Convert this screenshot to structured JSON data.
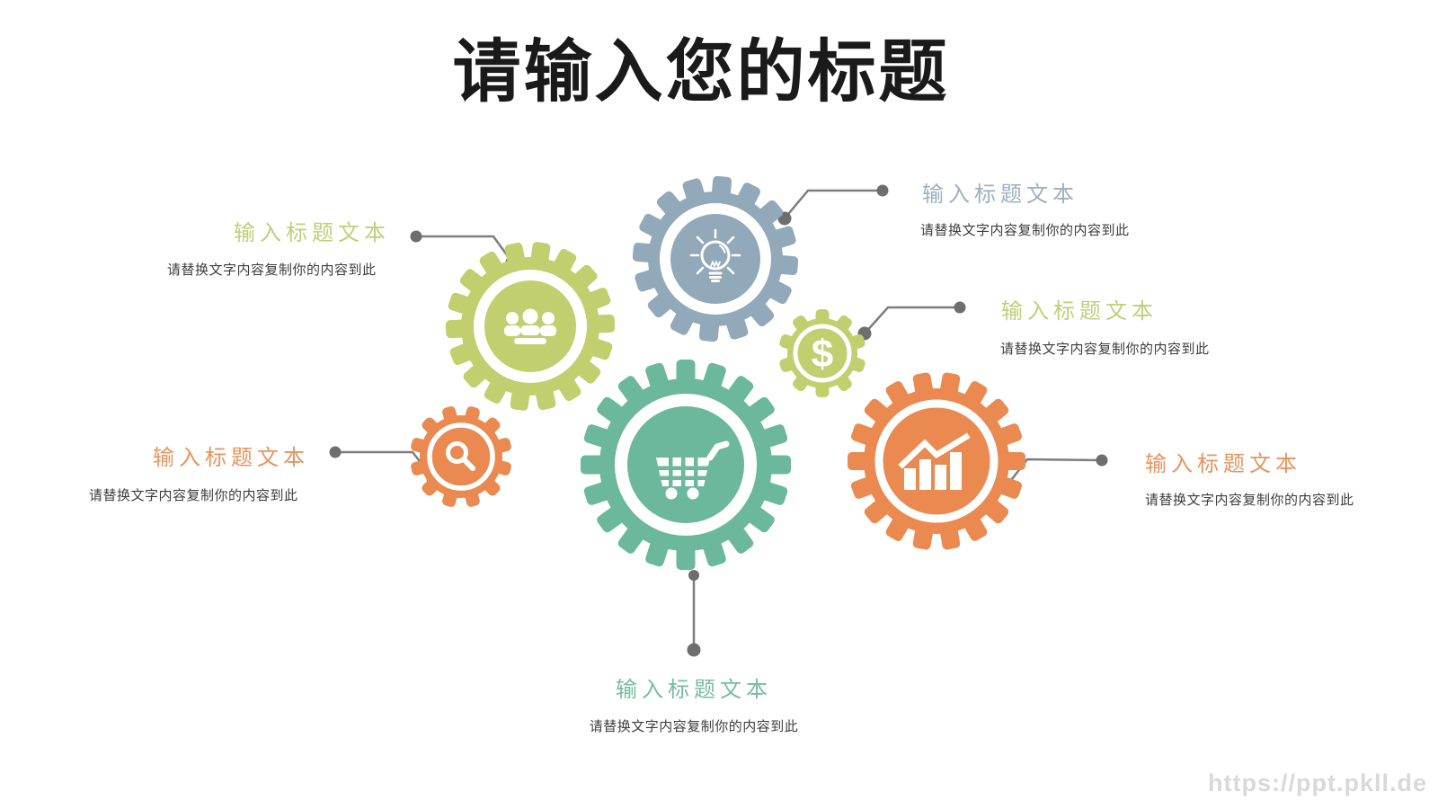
{
  "slide": {
    "title": "请输入您的标题",
    "title_color": "#1a1a1a",
    "background": "#ffffff",
    "desc_color": "#3d3d3d",
    "watermark": "https://ppt.pkll.de",
    "watermark_color": "#d9d9db"
  },
  "connector": {
    "line_color": "#7d7d7d",
    "dot_color": "#6e6e6e"
  },
  "gears": [
    {
      "name": "team-gear",
      "icon": "team-icon",
      "color": "#c2cf6e"
    },
    {
      "name": "idea-gear",
      "icon": "lightbulb-icon",
      "color": "#92a9ba"
    },
    {
      "name": "finance-gear",
      "icon": "dollar-icon",
      "color": "#c2cf6e",
      "glyph": "$"
    },
    {
      "name": "search-gear",
      "icon": "magnifier-icon",
      "color": "#eb8a50"
    },
    {
      "name": "cart-gear",
      "icon": "shopping-cart-icon",
      "color": "#6bb89c"
    },
    {
      "name": "chart-gear",
      "icon": "bar-chart-icon",
      "color": "#eb8a50"
    }
  ],
  "callouts": [
    {
      "id": "team",
      "title": "输入标题文本",
      "title_color": "#c0cf79",
      "desc": "请替换文字内容复制你的内容到此"
    },
    {
      "id": "idea",
      "title": "输入标题文本",
      "title_color": "#9db0c0",
      "desc": "请替换文字内容复制你的内容到此"
    },
    {
      "id": "finance",
      "title": "输入标题文本",
      "title_color": "#c0cf79",
      "desc": "请替换文字内容复制你的内容到此"
    },
    {
      "id": "search",
      "title": "输入标题文本",
      "title_color": "#e9945f",
      "desc": "请替换文字内容复制你的内容到此"
    },
    {
      "id": "chart",
      "title": "输入标题文本",
      "title_color": "#e9945f",
      "desc": "请替换文字内容复制你的内容到此"
    },
    {
      "id": "cart",
      "title": "输入标题文本",
      "title_color": "#76bda2",
      "desc": "请替换文字内容复制你的内容到此"
    }
  ]
}
